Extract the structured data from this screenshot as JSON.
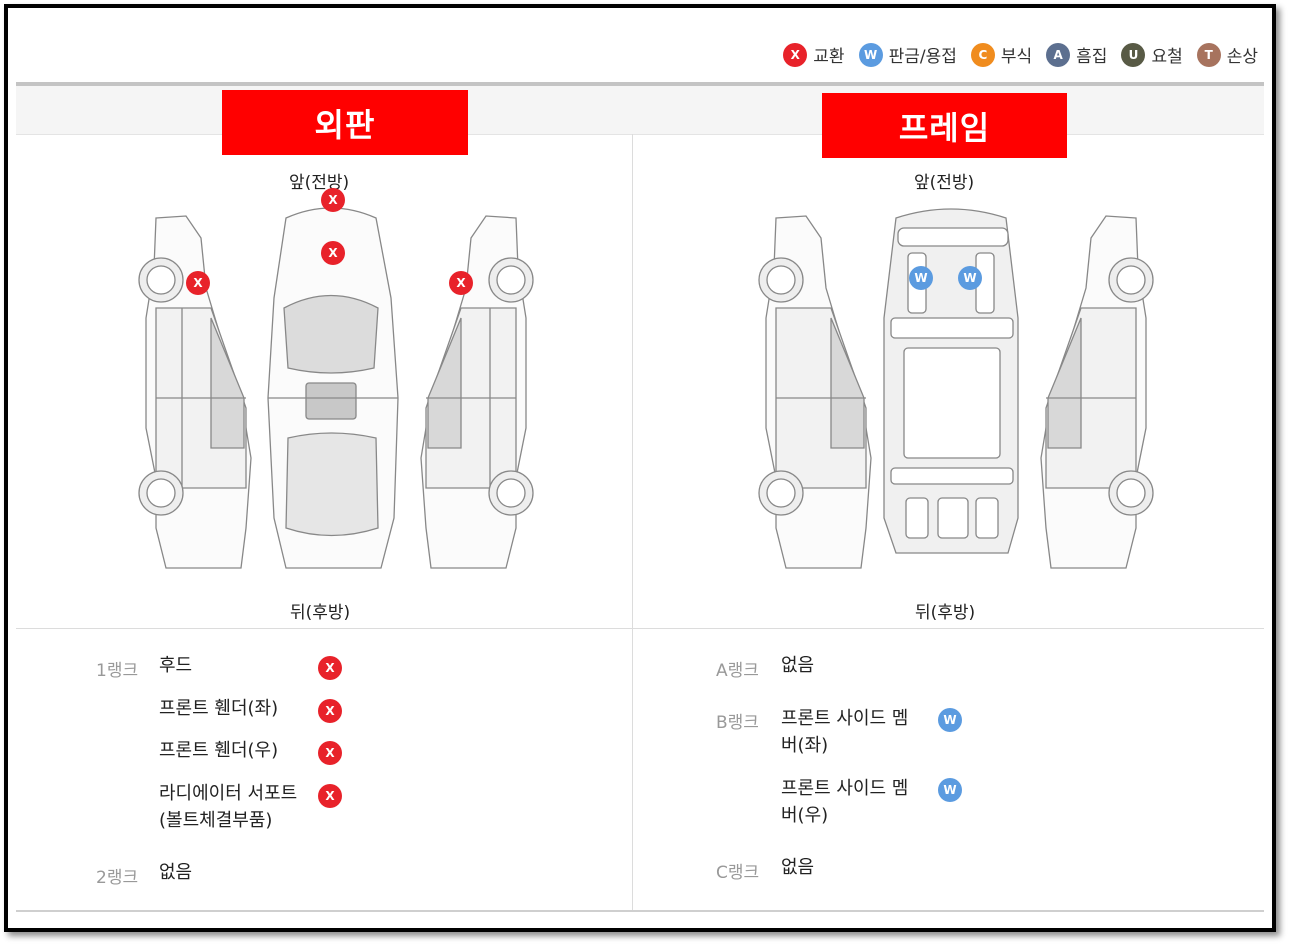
{
  "legend": [
    {
      "letter": "X",
      "label": "교환",
      "color": "#e8222a"
    },
    {
      "letter": "W",
      "label": "판금/용접",
      "color": "#5b9be0"
    },
    {
      "letter": "C",
      "label": "부식",
      "color": "#f08c1e"
    },
    {
      "letter": "A",
      "label": "흠집",
      "color": "#5c6f8f"
    },
    {
      "letter": "U",
      "label": "요철",
      "color": "#585a45"
    },
    {
      "letter": "T",
      "label": "손상",
      "color": "#a7735e"
    }
  ],
  "exterior": {
    "tag": "외판",
    "front_label": "앞(전방)",
    "rear_label": "뒤(후방)",
    "marker_letter": "X"
  },
  "frame_panel": {
    "tag": "프레임",
    "front_label": "앞(전방)",
    "rear_label": "뒤(후방)",
    "marker_letter": "W"
  },
  "exterior_ranks": {
    "rank1": "1랭크",
    "rank1_parts": [
      "후드",
      "프론트 휀더(좌)",
      "프론트 휀더(우)",
      "라디에이터 서포트",
      "(볼트체결부품)"
    ],
    "rank2": "2랭크",
    "rank2_value": "없음"
  },
  "frame_ranks": {
    "rankA": "A랭크",
    "rankA_value": "없음",
    "rankB": "B랭크",
    "rankB_parts": [
      "프론트 사이드 멤",
      "버(좌)",
      "프론트 사이드 멤",
      "버(우)"
    ],
    "rankC": "C랭크",
    "rankC_value": "없음"
  }
}
